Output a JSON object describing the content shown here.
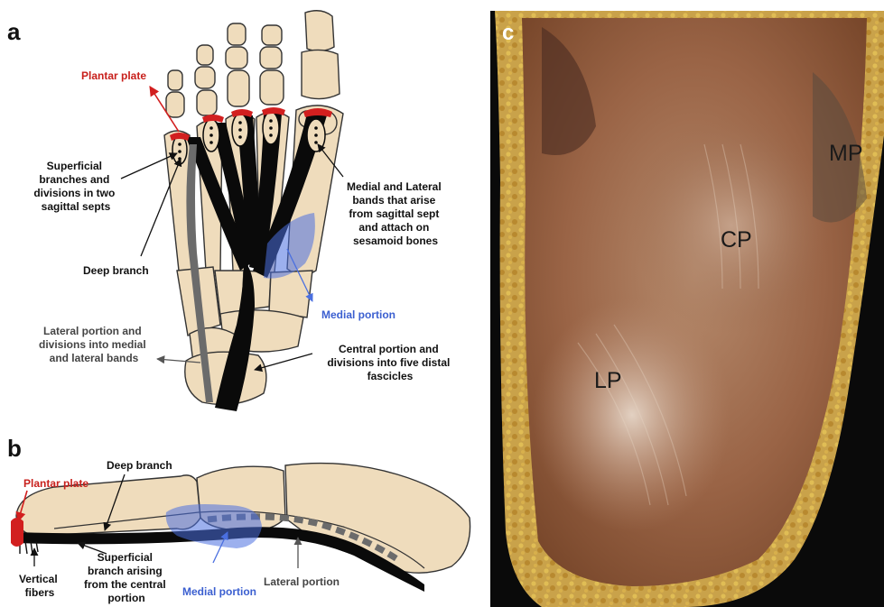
{
  "panel_a": {
    "letter": "a",
    "labels": {
      "plantar_plate": "Plantar plate",
      "superficial": [
        "Superficial",
        "branches and",
        "divisions in two",
        "sagittal septs"
      ],
      "deep_branch": "Deep branch",
      "lateral_portion": [
        "Lateral portion and",
        "divisions into medial",
        "and lateral bands"
      ],
      "medial_lateral_bands": [
        "Medial and Lateral",
        "bands that arise",
        "from sagittal sept",
        "and attach on",
        "sesamoid bones"
      ],
      "medial_portion": "Medial portion",
      "central_portion": [
        "Central portion and",
        "divisions into five distal",
        "fascicles"
      ]
    }
  },
  "panel_b": {
    "letter": "b",
    "labels": {
      "plantar_plate": "Plantar plate",
      "deep_branch": "Deep branch",
      "vertical_fibers": [
        "Vertical",
        "fibers"
      ],
      "superficial_branch": [
        "Superficial",
        "branch arising",
        "from the central",
        "portion"
      ],
      "medial_portion": "Medial portion",
      "lateral_portion": "Lateral portion"
    }
  },
  "panel_c": {
    "letter": "c",
    "labels": {
      "mp": "MP",
      "cp": "CP",
      "lp": "LP"
    }
  },
  "colors": {
    "plantar_plate": "#d21f1f",
    "medial_portion": "#4a6fe0",
    "fascia": "#0a0a0a",
    "lateral_band": "#6b6b6b",
    "bone": "#efdcbc"
  }
}
